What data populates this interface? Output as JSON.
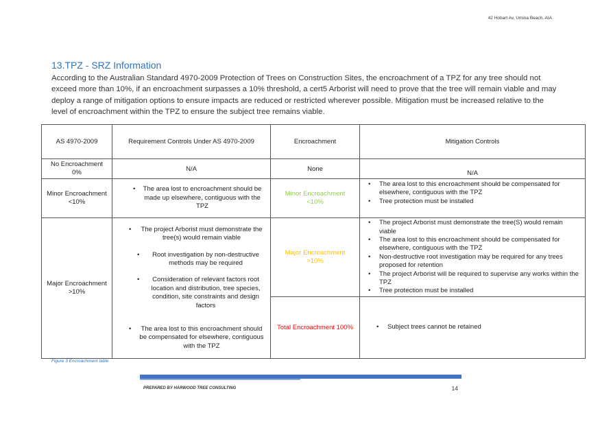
{
  "header": {
    "address": "42 Hobart Av, Umina Beach. AIA"
  },
  "section": {
    "title": "13.TPZ - SRZ Information",
    "intro": "According to the Australian Standard 4970-2009 Protection of Trees on Construction Sites, the encroachment of a TPZ for any tree should not exceed more than 10%, if an encroachment surpasses a 10% threshold, a cert5 Arborist will need to prove that the tree will remain viable and may deploy a range of mitigation options to ensure impacts are reduced or restricted wherever possible. Mitigation must be increased relative to the level of encroachment within the TPZ to ensure the subject tree remains viable."
  },
  "table": {
    "headers": [
      "AS 4970-2009",
      "Requirement Controls Under AS 4970-2009",
      "Encroachment",
      "Mitigation Controls"
    ],
    "no_enc": {
      "label_line1": "No Encroachment",
      "label_line2": "0%",
      "requirement": "N/A",
      "encroachment": "None",
      "mitigation": "N/A"
    },
    "minor": {
      "label_line1": "Minor Encroachment",
      "label_line2": "<10%",
      "requirements": [
        "The area lost to encroachment should be made up elsewhere, contiguous with the TPZ"
      ],
      "enc_line1": "Minor Encroachment",
      "enc_line2": "<10%",
      "mitigations": [
        "The area lost to this encroachment should be compensated for elsewhere, contiguous with the TPZ",
        "Tree protection must be installed"
      ]
    },
    "major": {
      "label_line1": "Major Encroachment",
      "label_line2": ">10%",
      "requirements": [
        "The project Arborist must demonstrate the tree(s) would remain viable",
        "Root investigation by non-destructive methods may be required",
        "Consideration of relevant factors root location and distribution, tree species, condition, site constraints and design factors",
        "The area lost to this encroachment should be compensated for elsewhere, contiguous with the TPZ"
      ],
      "enc_line1": "Major Encroachment",
      "enc_line2": ">10%",
      "mitigations": [
        "The project Arborist must demonstrate the tree(S) would remain viable",
        "The area lost to this encroachment should be compensated for elsewhere, contiguous with the TPZ",
        "Non-destructive root investigation may be required for any trees proposed for retention",
        "The project Arborist will be required to supervise any works within the TPZ",
        "Tree protection must be installed"
      ]
    },
    "total": {
      "encroachment": "Total Encroachment 100%",
      "mitigations": [
        "Subject trees cannot be retained"
      ]
    }
  },
  "caption": "Figure 3 Encroachment table",
  "footer": {
    "prepared_by": "PREPARED BY HARWOOD TREE CONSULTING",
    "page_number": "14"
  },
  "colors": {
    "heading": "#2e74b5",
    "minor": "#92d050",
    "major": "#ffc000",
    "total": "#ff0000",
    "footer_bar": "#4472c4"
  }
}
